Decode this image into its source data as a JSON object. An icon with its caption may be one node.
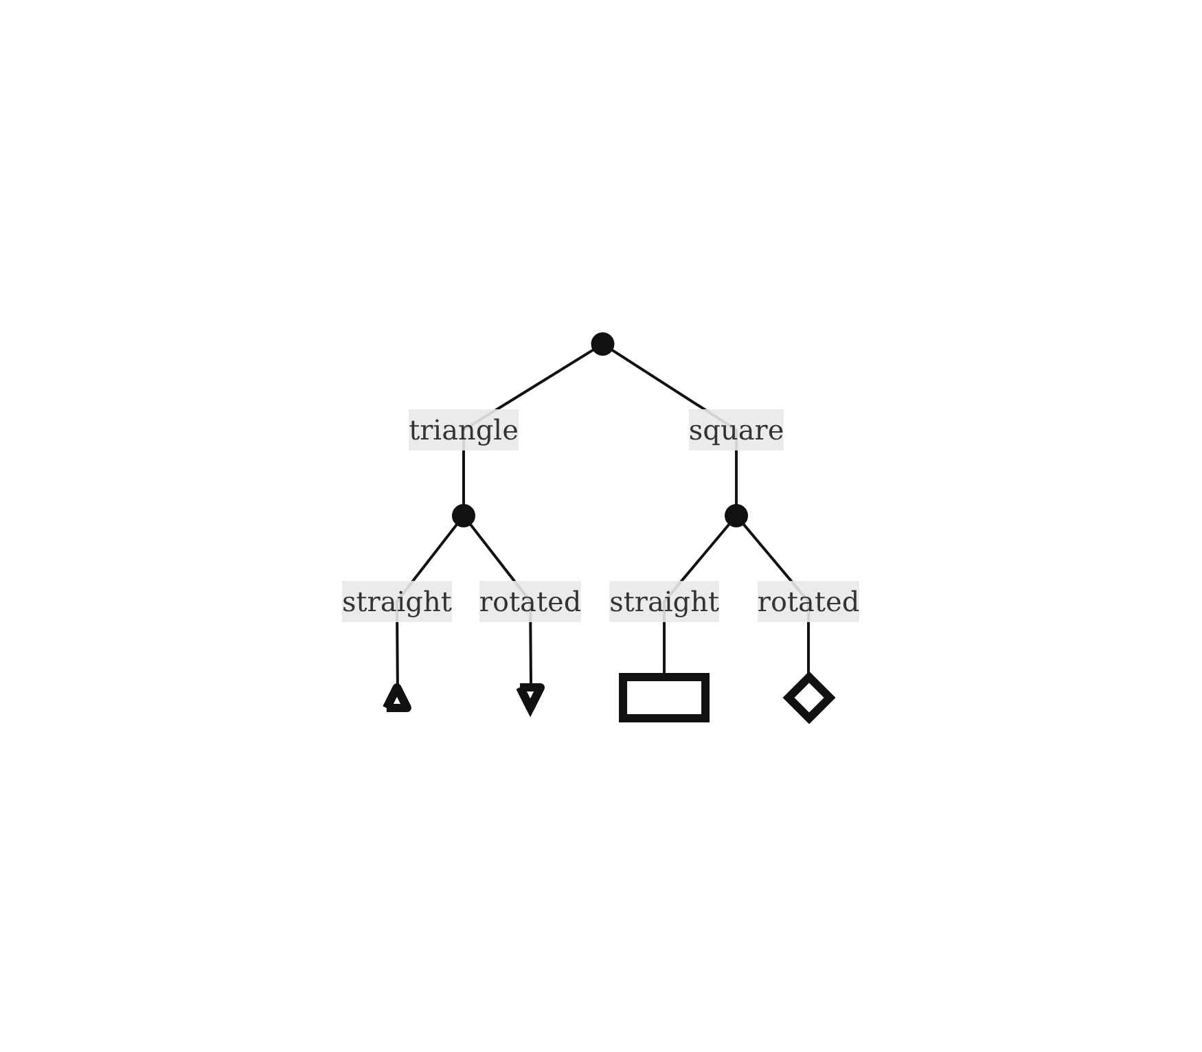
{
  "diagram": {
    "nodes": [
      {
        "text": [],
        "shape": "circle"
      },
      {
        "text": [],
        "shape": "circle"
      },
      {
        "text": [],
        "shape": "circle"
      },
      {
        "text": [],
        "shape": "triangle"
      },
      {
        "text": [],
        "shape": "triangle"
      },
      {
        "text": [],
        "shape": "box"
      },
      {
        "text": [],
        "shape": "diamond"
      }
    ],
    "edges": [
      {
        "from": 0,
        "to": 1,
        "arrow": "none",
        "label": "triangle"
      },
      {
        "from": 0,
        "to": 2,
        "arrow": "none",
        "label": "square"
      },
      {
        "from": 1,
        "to": 3,
        "arrow": "none",
        "label": "straight"
      },
      {
        "from": 1,
        "to": 4,
        "arrow": "none",
        "label": "rotated"
      },
      {
        "from": 2,
        "to": 5,
        "arrow": "none",
        "label": "straight"
      },
      {
        "from": 2,
        "to": 6,
        "arrow": "none",
        "label": "rotated"
      }
    ]
  }
}
